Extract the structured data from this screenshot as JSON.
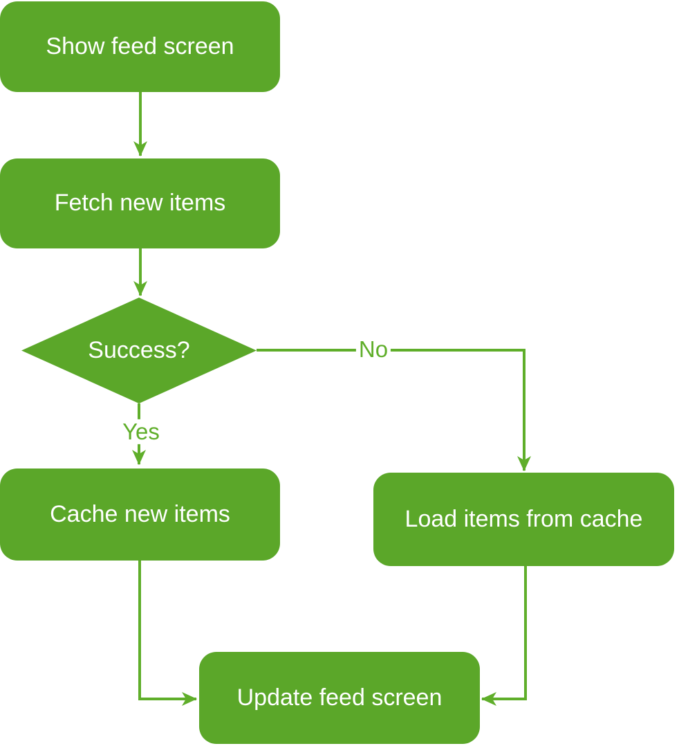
{
  "diagram": {
    "type": "flowchart",
    "colors": {
      "node_fill": "#5ba729",
      "node_text": "#ffffff",
      "connector": "#5fae2a",
      "background": "#ffffff"
    },
    "nodes": [
      {
        "id": "show-feed-screen",
        "shape": "rounded-rect",
        "label": "Show feed screen"
      },
      {
        "id": "fetch-new-items",
        "shape": "rounded-rect",
        "label": "Fetch new items"
      },
      {
        "id": "success-decision",
        "shape": "diamond",
        "label": "Success?"
      },
      {
        "id": "cache-new-items",
        "shape": "rounded-rect",
        "label": "Cache new items"
      },
      {
        "id": "load-items-from-cache",
        "shape": "rounded-rect",
        "label": "Load items from cache"
      },
      {
        "id": "update-feed-screen",
        "shape": "rounded-rect",
        "label": "Update feed screen"
      }
    ],
    "edges": [
      {
        "from": "show-feed-screen",
        "to": "fetch-new-items",
        "label": ""
      },
      {
        "from": "fetch-new-items",
        "to": "success-decision",
        "label": ""
      },
      {
        "from": "success-decision",
        "to": "cache-new-items",
        "label": "Yes"
      },
      {
        "from": "success-decision",
        "to": "load-items-from-cache",
        "label": "No"
      },
      {
        "from": "cache-new-items",
        "to": "update-feed-screen",
        "label": ""
      },
      {
        "from": "load-items-from-cache",
        "to": "update-feed-screen",
        "label": ""
      }
    ],
    "edge_labels": {
      "yes": "Yes",
      "no": "No"
    }
  }
}
